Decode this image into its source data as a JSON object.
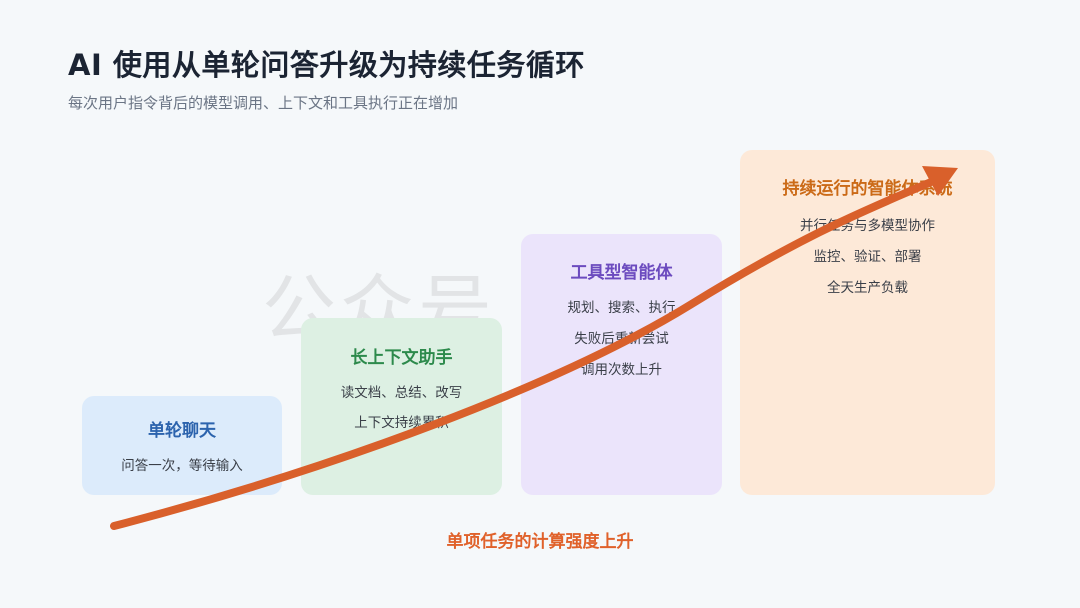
{
  "header": {
    "title": "AI 使用从单轮问答升级为持续任务循环",
    "subtitle": "每次用户指令背后的模型调用、上下文和工具执行正在增加"
  },
  "watermark": "公众号 · 科",
  "stages": [
    {
      "title": "单轮聊天",
      "lines": [
        "问答一次，等待输入"
      ]
    },
    {
      "title": "长上下文助手",
      "lines": [
        "读文档、总结、改写",
        "上下文持续累积"
      ]
    },
    {
      "title": "工具型智能体",
      "lines": [
        "规划、搜索、执行",
        "失败后重新尝试",
        "调用次数上升"
      ]
    },
    {
      "title": "持续运行的智能体系统",
      "lines": [
        "并行任务与多模型协作",
        "监控、验证、部署",
        "全天生产负载"
      ]
    }
  ],
  "trend_label": "单项任务的计算强度上升",
  "colors": {
    "arrow": "#d9602b",
    "stage1": "#2c63ad",
    "stage2": "#2d8a4c",
    "stage3": "#6c4bbf",
    "stage4": "#cb6a17"
  }
}
